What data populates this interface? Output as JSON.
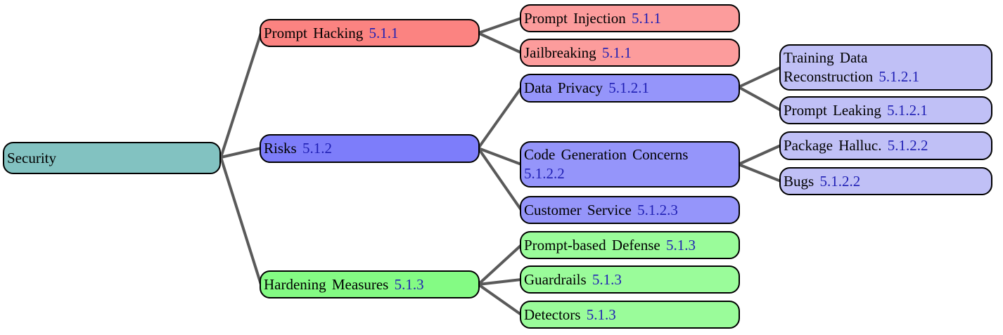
{
  "palette": {
    "root_fill": "#82c2c1",
    "level2_red": "#fb8381",
    "level3_red": "#fc9c9c",
    "level2_blue": "#7d7dfa",
    "level3_blue": "#9595fa",
    "level4_blue": "#c0c0f6",
    "level2_green": "#84fb84",
    "level3_green": "#9afc9a",
    "node_border": "#000000",
    "edge_line": "#5a5a5a",
    "ref_link": "#1f1fb4",
    "text": "#000000"
  },
  "nodes": {
    "security": {
      "label": "Security",
      "ref": ""
    },
    "prompt_hacking": {
      "label": "Prompt Hacking",
      "ref": "5.1.1"
    },
    "prompt_injection": {
      "label": "Prompt Injection",
      "ref": "5.1.1"
    },
    "jailbreaking": {
      "label": "Jailbreaking",
      "ref": "5.1.1"
    },
    "risks": {
      "label": "Risks",
      "ref": "5.1.2"
    },
    "data_privacy": {
      "label": "Data Privacy",
      "ref": "5.1.2.1"
    },
    "training_data_reconstruction": {
      "label": "Training Data\nReconstruction",
      "ref": "5.1.2.1"
    },
    "prompt_leaking": {
      "label": "Prompt Leaking",
      "ref": "5.1.2.1"
    },
    "code_generation_concerns": {
      "label": "Code Generation Concerns\n",
      "ref": "5.1.2.2"
    },
    "package_hallucination": {
      "label": "Package Halluc.",
      "ref": "5.1.2.2"
    },
    "bugs": {
      "label": "Bugs",
      "ref": "5.1.2.2"
    },
    "customer_service": {
      "label": "Customer Service",
      "ref": "5.1.2.3"
    },
    "hardening_measures": {
      "label": "Hardening Measures",
      "ref": "5.1.3"
    },
    "prompt_based_defense": {
      "label": "Prompt-based Defense",
      "ref": "5.1.3"
    },
    "guardrails": {
      "label": "Guardrails",
      "ref": "5.1.3"
    },
    "detectors": {
      "label": "Detectors",
      "ref": "5.1.3"
    }
  },
  "edges": [
    {
      "from": "security",
      "to": "prompt_hacking"
    },
    {
      "from": "security",
      "to": "risks"
    },
    {
      "from": "security",
      "to": "hardening_measures"
    },
    {
      "from": "prompt_hacking",
      "to": "prompt_injection"
    },
    {
      "from": "prompt_hacking",
      "to": "jailbreaking"
    },
    {
      "from": "risks",
      "to": "data_privacy"
    },
    {
      "from": "risks",
      "to": "code_generation_concerns"
    },
    {
      "from": "risks",
      "to": "customer_service"
    },
    {
      "from": "data_privacy",
      "to": "training_data_reconstruction"
    },
    {
      "from": "data_privacy",
      "to": "prompt_leaking"
    },
    {
      "from": "code_generation_concerns",
      "to": "package_hallucination"
    },
    {
      "from": "code_generation_concerns",
      "to": "bugs"
    },
    {
      "from": "hardening_measures",
      "to": "prompt_based_defense"
    },
    {
      "from": "hardening_measures",
      "to": "guardrails"
    },
    {
      "from": "hardening_measures",
      "to": "detectors"
    }
  ]
}
